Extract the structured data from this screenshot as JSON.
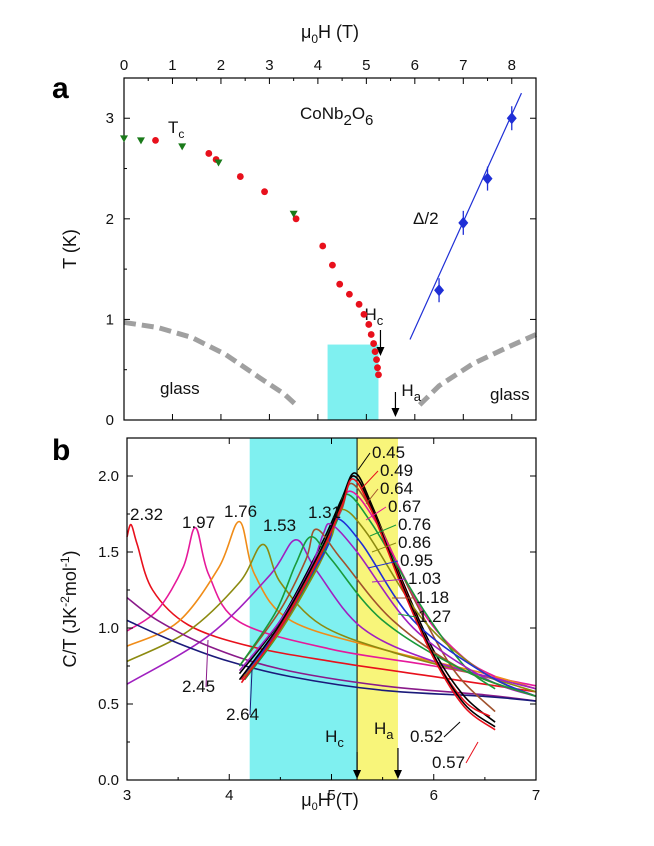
{
  "chart_data": [
    {
      "type": "scatter",
      "panel_label": "a",
      "title": "CoNb2O6",
      "xlabel": "μ0H (T)",
      "ylabel": "T (K)",
      "xlim": [
        0,
        8.5
      ],
      "ylim": [
        0,
        3.4
      ],
      "x_ticks": [
        0,
        1,
        2,
        3,
        4,
        5,
        6,
        7,
        8
      ],
      "y_ticks": [
        0,
        1,
        2,
        3
      ],
      "annotations": {
        "tc": "T",
        "tc_sub": "c",
        "hc": "H",
        "hc_sub": "c",
        "ha": "H",
        "ha_sub": "a",
        "delta": "Δ/2",
        "glass_left": "glass",
        "glass_right": "glass"
      },
      "colors": {
        "tc_circles": "#e8101c",
        "tc_triangles": "#1a7a1a",
        "delta": "#1f2fd6",
        "glass": "#a0a0a0",
        "shade": "#7ff0f0"
      },
      "series": [
        {
          "marker": "circle",
          "color": "#e8101c",
          "points": [
            [
              0.65,
              2.78
            ],
            [
              1.75,
              2.65
            ],
            [
              1.9,
              2.59
            ],
            [
              2.4,
              2.42
            ],
            [
              2.9,
              2.27
            ],
            [
              3.55,
              2.0
            ],
            [
              4.1,
              1.73
            ],
            [
              4.3,
              1.54
            ],
            [
              4.45,
              1.35
            ],
            [
              4.65,
              1.25
            ],
            [
              4.85,
              1.15
            ],
            [
              4.95,
              1.05
            ],
            [
              5.05,
              0.95
            ],
            [
              5.1,
              0.85
            ],
            [
              5.15,
              0.76
            ],
            [
              5.18,
              0.68
            ],
            [
              5.21,
              0.6
            ],
            [
              5.23,
              0.52
            ],
            [
              5.25,
              0.45
            ]
          ]
        },
        {
          "marker": "triangle",
          "color": "#1a7a1a",
          "points": [
            [
              0.0,
              2.8
            ],
            [
              0.35,
              2.78
            ],
            [
              1.2,
              2.72
            ],
            [
              1.95,
              2.56
            ],
            [
              3.5,
              2.05
            ]
          ]
        },
        {
          "marker": "diamond",
          "color": "#1f2fd6",
          "points": [
            [
              6.5,
              1.29
            ],
            [
              7.0,
              1.96
            ],
            [
              7.5,
              2.4
            ],
            [
              8.0,
              3.0
            ]
          ],
          "fit_line": [
            [
              5.9,
              0.8
            ],
            [
              8.2,
              3.25
            ]
          ]
        }
      ],
      "glass_boundary_left": [
        [
          0.0,
          0.97
        ],
        [
          0.7,
          0.92
        ],
        [
          1.4,
          0.82
        ],
        [
          2.1,
          0.65
        ],
        [
          2.8,
          0.42
        ],
        [
          3.3,
          0.26
        ],
        [
          3.55,
          0.15
        ]
      ],
      "glass_boundary_right": [
        [
          6.1,
          0.15
        ],
        [
          6.5,
          0.34
        ],
        [
          7.2,
          0.56
        ],
        [
          7.9,
          0.72
        ],
        [
          8.5,
          0.85
        ]
      ],
      "shaded_region": {
        "x": [
          4.2,
          5.25
        ],
        "y": [
          0,
          0.75
        ]
      },
      "hc_arrow_x": 5.25,
      "ha_arrow_x": 5.6
    },
    {
      "type": "line",
      "panel_label": "b",
      "xlabel": "μ0H (T)",
      "ylabel": "C/T (JK-2mol-1)",
      "xlim": [
        3,
        7
      ],
      "ylim": [
        0,
        2.25
      ],
      "x_ticks": [
        3,
        4,
        5,
        6,
        7
      ],
      "y_ticks": [
        0.0,
        0.5,
        1.0,
        1.5,
        2.0
      ],
      "annotations": {
        "hc": "H",
        "hc_sub": "c",
        "ha": "H",
        "ha_sub": "a"
      },
      "shaded_cyan": [
        4.2,
        5.25
      ],
      "shaded_yellow": [
        5.25,
        5.65
      ],
      "series": [
        {
          "name": "2.32",
          "color": "#e8101c",
          "points": [
            [
              3.0,
              1.6
            ],
            [
              3.04,
              1.68
            ],
            [
              3.1,
              1.55
            ],
            [
              3.25,
              1.25
            ],
            [
              3.6,
              1.02
            ],
            [
              4.2,
              0.88
            ],
            [
              5.0,
              0.78
            ],
            [
              6.0,
              0.68
            ],
            [
              7.0,
              0.58
            ]
          ]
        },
        {
          "name": "1.97",
          "color": "#e6199a",
          "points": [
            [
              3.0,
              0.98
            ],
            [
              3.3,
              1.12
            ],
            [
              3.55,
              1.4
            ],
            [
              3.67,
              1.66
            ],
            [
              3.8,
              1.35
            ],
            [
              4.1,
              1.04
            ],
            [
              5.0,
              0.86
            ],
            [
              6.0,
              0.75
            ],
            [
              7.0,
              0.62
            ]
          ]
        },
        {
          "name": "1.76",
          "color": "#f08c18",
          "points": [
            [
              3.0,
              0.88
            ],
            [
              3.5,
              1.04
            ],
            [
              3.9,
              1.4
            ],
            [
              4.1,
              1.7
            ],
            [
              4.25,
              1.35
            ],
            [
              4.6,
              1.05
            ],
            [
              5.5,
              0.86
            ],
            [
              6.5,
              0.7
            ],
            [
              7.0,
              0.6
            ]
          ]
        },
        {
          "name": "1.53",
          "color": "#8c8a10",
          "points": [
            [
              3.0,
              0.78
            ],
            [
              3.6,
              0.98
            ],
            [
              4.1,
              1.3
            ],
            [
              4.33,
              1.55
            ],
            [
              4.5,
              1.3
            ],
            [
              4.9,
              1.02
            ],
            [
              5.6,
              0.84
            ],
            [
              6.5,
              0.68
            ],
            [
              7.0,
              0.58
            ]
          ]
        },
        {
          "name": "1.31",
          "color": "#a020c0",
          "points": [
            [
              3.0,
              0.63
            ],
            [
              3.8,
              0.95
            ],
            [
              4.4,
              1.35
            ],
            [
              4.65,
              1.58
            ],
            [
              4.85,
              1.38
            ],
            [
              5.3,
              1.0
            ],
            [
              6.0,
              0.78
            ],
            [
              7.0,
              0.6
            ]
          ]
        },
        {
          "name": "2.45",
          "color": "#8a1a8a",
          "points": [
            [
              3.0,
              1.2
            ],
            [
              3.3,
              1.05
            ],
            [
              3.8,
              0.88
            ],
            [
              4.5,
              0.73
            ],
            [
              5.5,
              0.62
            ],
            [
              6.5,
              0.56
            ],
            [
              7.0,
              0.52
            ]
          ]
        },
        {
          "name": "2.64",
          "color": "#1a1a7a",
          "points": [
            [
              3.0,
              1.05
            ],
            [
              3.5,
              0.9
            ],
            [
              4.0,
              0.78
            ],
            [
              4.6,
              0.68
            ],
            [
              5.5,
              0.59
            ],
            [
              6.5,
              0.55
            ],
            [
              7.0,
              0.52
            ]
          ]
        },
        {
          "name": "0.45",
          "color": "#000000",
          "points": [
            [
              4.1,
              0.7
            ],
            [
              4.5,
              1.05
            ],
            [
              4.9,
              1.55
            ],
            [
              5.1,
              1.85
            ],
            [
              5.23,
              2.02
            ],
            [
              5.4,
              1.8
            ],
            [
              5.7,
              1.3
            ],
            [
              6.0,
              0.85
            ],
            [
              6.3,
              0.55
            ],
            [
              6.6,
              0.38
            ]
          ]
        },
        {
          "name": "0.49",
          "color": "#e8101c",
          "points": [
            [
              4.12,
              0.66
            ],
            [
              4.5,
              1.02
            ],
            [
              4.9,
              1.52
            ],
            [
              5.1,
              1.82
            ],
            [
              5.22,
              2.0
            ],
            [
              5.4,
              1.78
            ],
            [
              5.7,
              1.28
            ],
            [
              6.0,
              0.82
            ],
            [
              6.3,
              0.52
            ],
            [
              6.55,
              0.42
            ]
          ]
        },
        {
          "name": "0.64",
          "color": "#a0522d",
          "points": [
            [
              4.15,
              0.66
            ],
            [
              4.5,
              1.0
            ],
            [
              4.9,
              1.5
            ],
            [
              5.1,
              1.78
            ],
            [
              5.2,
              1.95
            ],
            [
              5.45,
              1.7
            ],
            [
              5.8,
              1.2
            ],
            [
              6.2,
              0.72
            ],
            [
              6.6,
              0.45
            ]
          ]
        },
        {
          "name": "0.67",
          "color": "#e6199a",
          "points": [
            [
              4.15,
              0.7
            ],
            [
              4.5,
              1.0
            ],
            [
              4.85,
              1.42
            ],
            [
              5.05,
              1.7
            ],
            [
              5.18,
              1.9
            ],
            [
              5.45,
              1.68
            ],
            [
              5.9,
              1.1
            ],
            [
              6.3,
              0.8
            ],
            [
              6.6,
              0.68
            ]
          ]
        },
        {
          "name": "0.76",
          "color": "#1a9a3a",
          "points": [
            [
              4.15,
              0.66
            ],
            [
              4.5,
              0.98
            ],
            [
              4.85,
              1.4
            ],
            [
              5.05,
              1.7
            ],
            [
              5.15,
              1.88
            ],
            [
              5.4,
              1.68
            ],
            [
              5.9,
              1.12
            ],
            [
              6.3,
              0.75
            ],
            [
              6.6,
              0.6
            ]
          ]
        },
        {
          "name": "0.86",
          "color": "#8c8a10",
          "points": [
            [
              4.15,
              0.68
            ],
            [
              4.5,
              0.98
            ],
            [
              4.85,
              1.38
            ],
            [
              5.0,
              1.6
            ],
            [
              5.1,
              1.78
            ],
            [
              5.35,
              1.62
            ],
            [
              5.9,
              1.05
            ],
            [
              6.5,
              0.7
            ],
            [
              7.0,
              0.55
            ]
          ]
        },
        {
          "name": "0.95",
          "color": "#1f2fd6",
          "points": [
            [
              4.15,
              0.7
            ],
            [
              4.5,
              1.0
            ],
            [
              4.8,
              1.35
            ],
            [
              4.97,
              1.55
            ],
            [
              5.05,
              1.72
            ],
            [
              5.3,
              1.55
            ],
            [
              5.8,
              1.05
            ],
            [
              6.5,
              0.7
            ],
            [
              7.0,
              0.55
            ]
          ]
        },
        {
          "name": "1.03",
          "color": "#a020c0",
          "points": [
            [
              4.1,
              0.72
            ],
            [
              4.5,
              1.05
            ],
            [
              4.8,
              1.4
            ],
            [
              4.92,
              1.62
            ],
            [
              5.0,
              1.68
            ],
            [
              5.25,
              1.5
            ],
            [
              5.8,
              1.0
            ],
            [
              6.5,
              0.67
            ],
            [
              7.0,
              0.55
            ]
          ]
        },
        {
          "name": "1.18",
          "color": "#a0522d",
          "points": [
            [
              4.1,
              0.75
            ],
            [
              4.5,
              1.12
            ],
            [
              4.75,
              1.45
            ],
            [
              4.85,
              1.65
            ],
            [
              5.1,
              1.45
            ],
            [
              5.6,
              1.05
            ],
            [
              6.3,
              0.72
            ],
            [
              7.0,
              0.55
            ]
          ]
        },
        {
          "name": "1.27",
          "color": "#1a9a3a",
          "points": [
            [
              4.1,
              0.75
            ],
            [
              4.45,
              1.1
            ],
            [
              4.65,
              1.42
            ],
            [
              4.8,
              1.6
            ],
            [
              5.0,
              1.45
            ],
            [
              5.5,
              1.05
            ],
            [
              6.3,
              0.72
            ],
            [
              7.0,
              0.55
            ]
          ]
        },
        {
          "name": "0.52",
          "color": "#000000",
          "points": [
            [
              4.1,
              0.66
            ],
            [
              4.5,
              1.03
            ],
            [
              4.9,
              1.52
            ],
            [
              5.1,
              1.83
            ],
            [
              5.22,
              2.0
            ],
            [
              5.4,
              1.78
            ],
            [
              5.7,
              1.27
            ],
            [
              6.0,
              0.82
            ],
            [
              6.3,
              0.5
            ],
            [
              6.6,
              0.35
            ]
          ]
        },
        {
          "name": "0.57",
          "color": "#e8101c",
          "points": [
            [
              4.12,
              0.64
            ],
            [
              4.5,
              1.0
            ],
            [
              4.9,
              1.49
            ],
            [
              5.1,
              1.8
            ],
            [
              5.21,
              1.98
            ],
            [
              5.4,
              1.76
            ],
            [
              5.7,
              1.25
            ],
            [
              6.0,
              0.8
            ],
            [
              6.3,
              0.48
            ],
            [
              6.6,
              0.33
            ]
          ]
        }
      ],
      "hc_arrow_x": 5.25,
      "ha_arrow_x": 5.65
    }
  ]
}
